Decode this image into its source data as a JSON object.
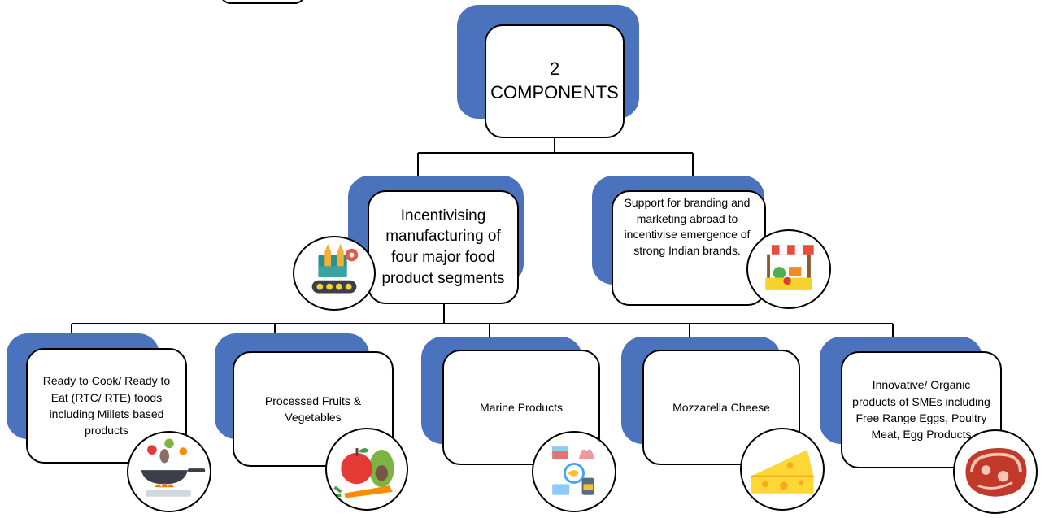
{
  "root": {
    "label": "2\nCOMPONENTS"
  },
  "branches": [
    {
      "label": "Incentivising manufacturing of four major food product segments",
      "icon": "factory-conveyor-icon"
    },
    {
      "label": "Support for branding and marketing abroad to incentivise emergence of strong Indian brands.",
      "icon": "market-stall-icon"
    }
  ],
  "segments": [
    {
      "label": "Ready to Cook/ Ready to Eat (RTC/ RTE) foods including Millets based products",
      "icon": "wok-cooking-icon"
    },
    {
      "label": "Processed Fruits & Vegetables",
      "icon": "fruits-vegetables-icon"
    },
    {
      "label": "Marine Products",
      "icon": "marine-products-icon"
    },
    {
      "label": "Mozzarella Cheese",
      "icon": "cheese-icon"
    },
    {
      "label": "Innovative/ Organic products of SMEs including Free Range Eggs, Poultry Meat, Egg Products",
      "icon": "meat-steak-icon"
    }
  ],
  "colors": {
    "accent": "#4a72bd",
    "border": "#000000"
  }
}
